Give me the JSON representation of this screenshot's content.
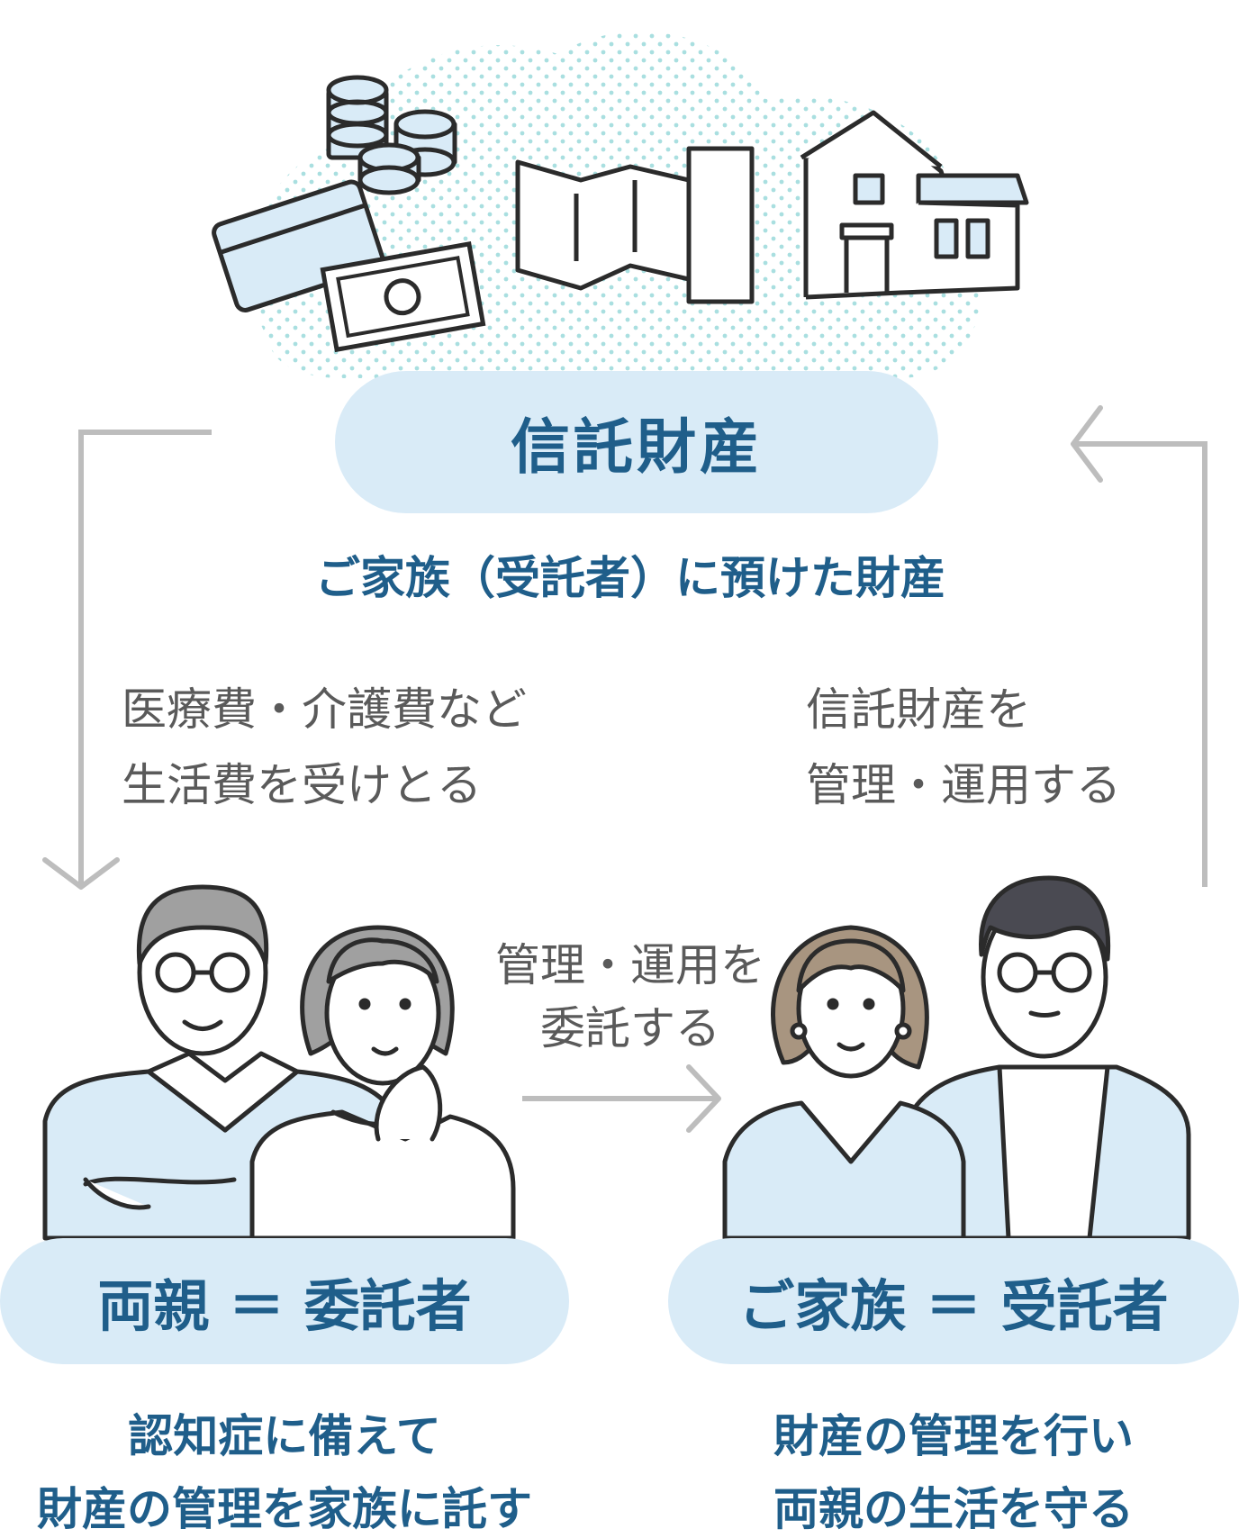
{
  "trust_property": {
    "title": "信託財産",
    "subtitle": "ご家族（受託者）に預けた財産"
  },
  "left_flow": {
    "line1": "医療費・介護費など",
    "line2": "生活費を受けとる"
  },
  "right_flow": {
    "line1": "信託財産を",
    "line2": "管理・運用する"
  },
  "center_flow": {
    "line1": "管理・運用を",
    "line2": "委託する"
  },
  "settlor": {
    "title": "両親 ＝ 委託者",
    "line1": "認知症に備えて",
    "line2": "財産の管理を家族に託す"
  },
  "trustee": {
    "title": "ご家族 ＝ 受託者",
    "line1": "財産の管理を行い",
    "line2": "両親の生活を守る"
  },
  "colors": {
    "accent": "#1f5e8a",
    "pill": "#d9ebf7",
    "arrow": "#bdbdbd",
    "dots": "#a9dfe0"
  }
}
